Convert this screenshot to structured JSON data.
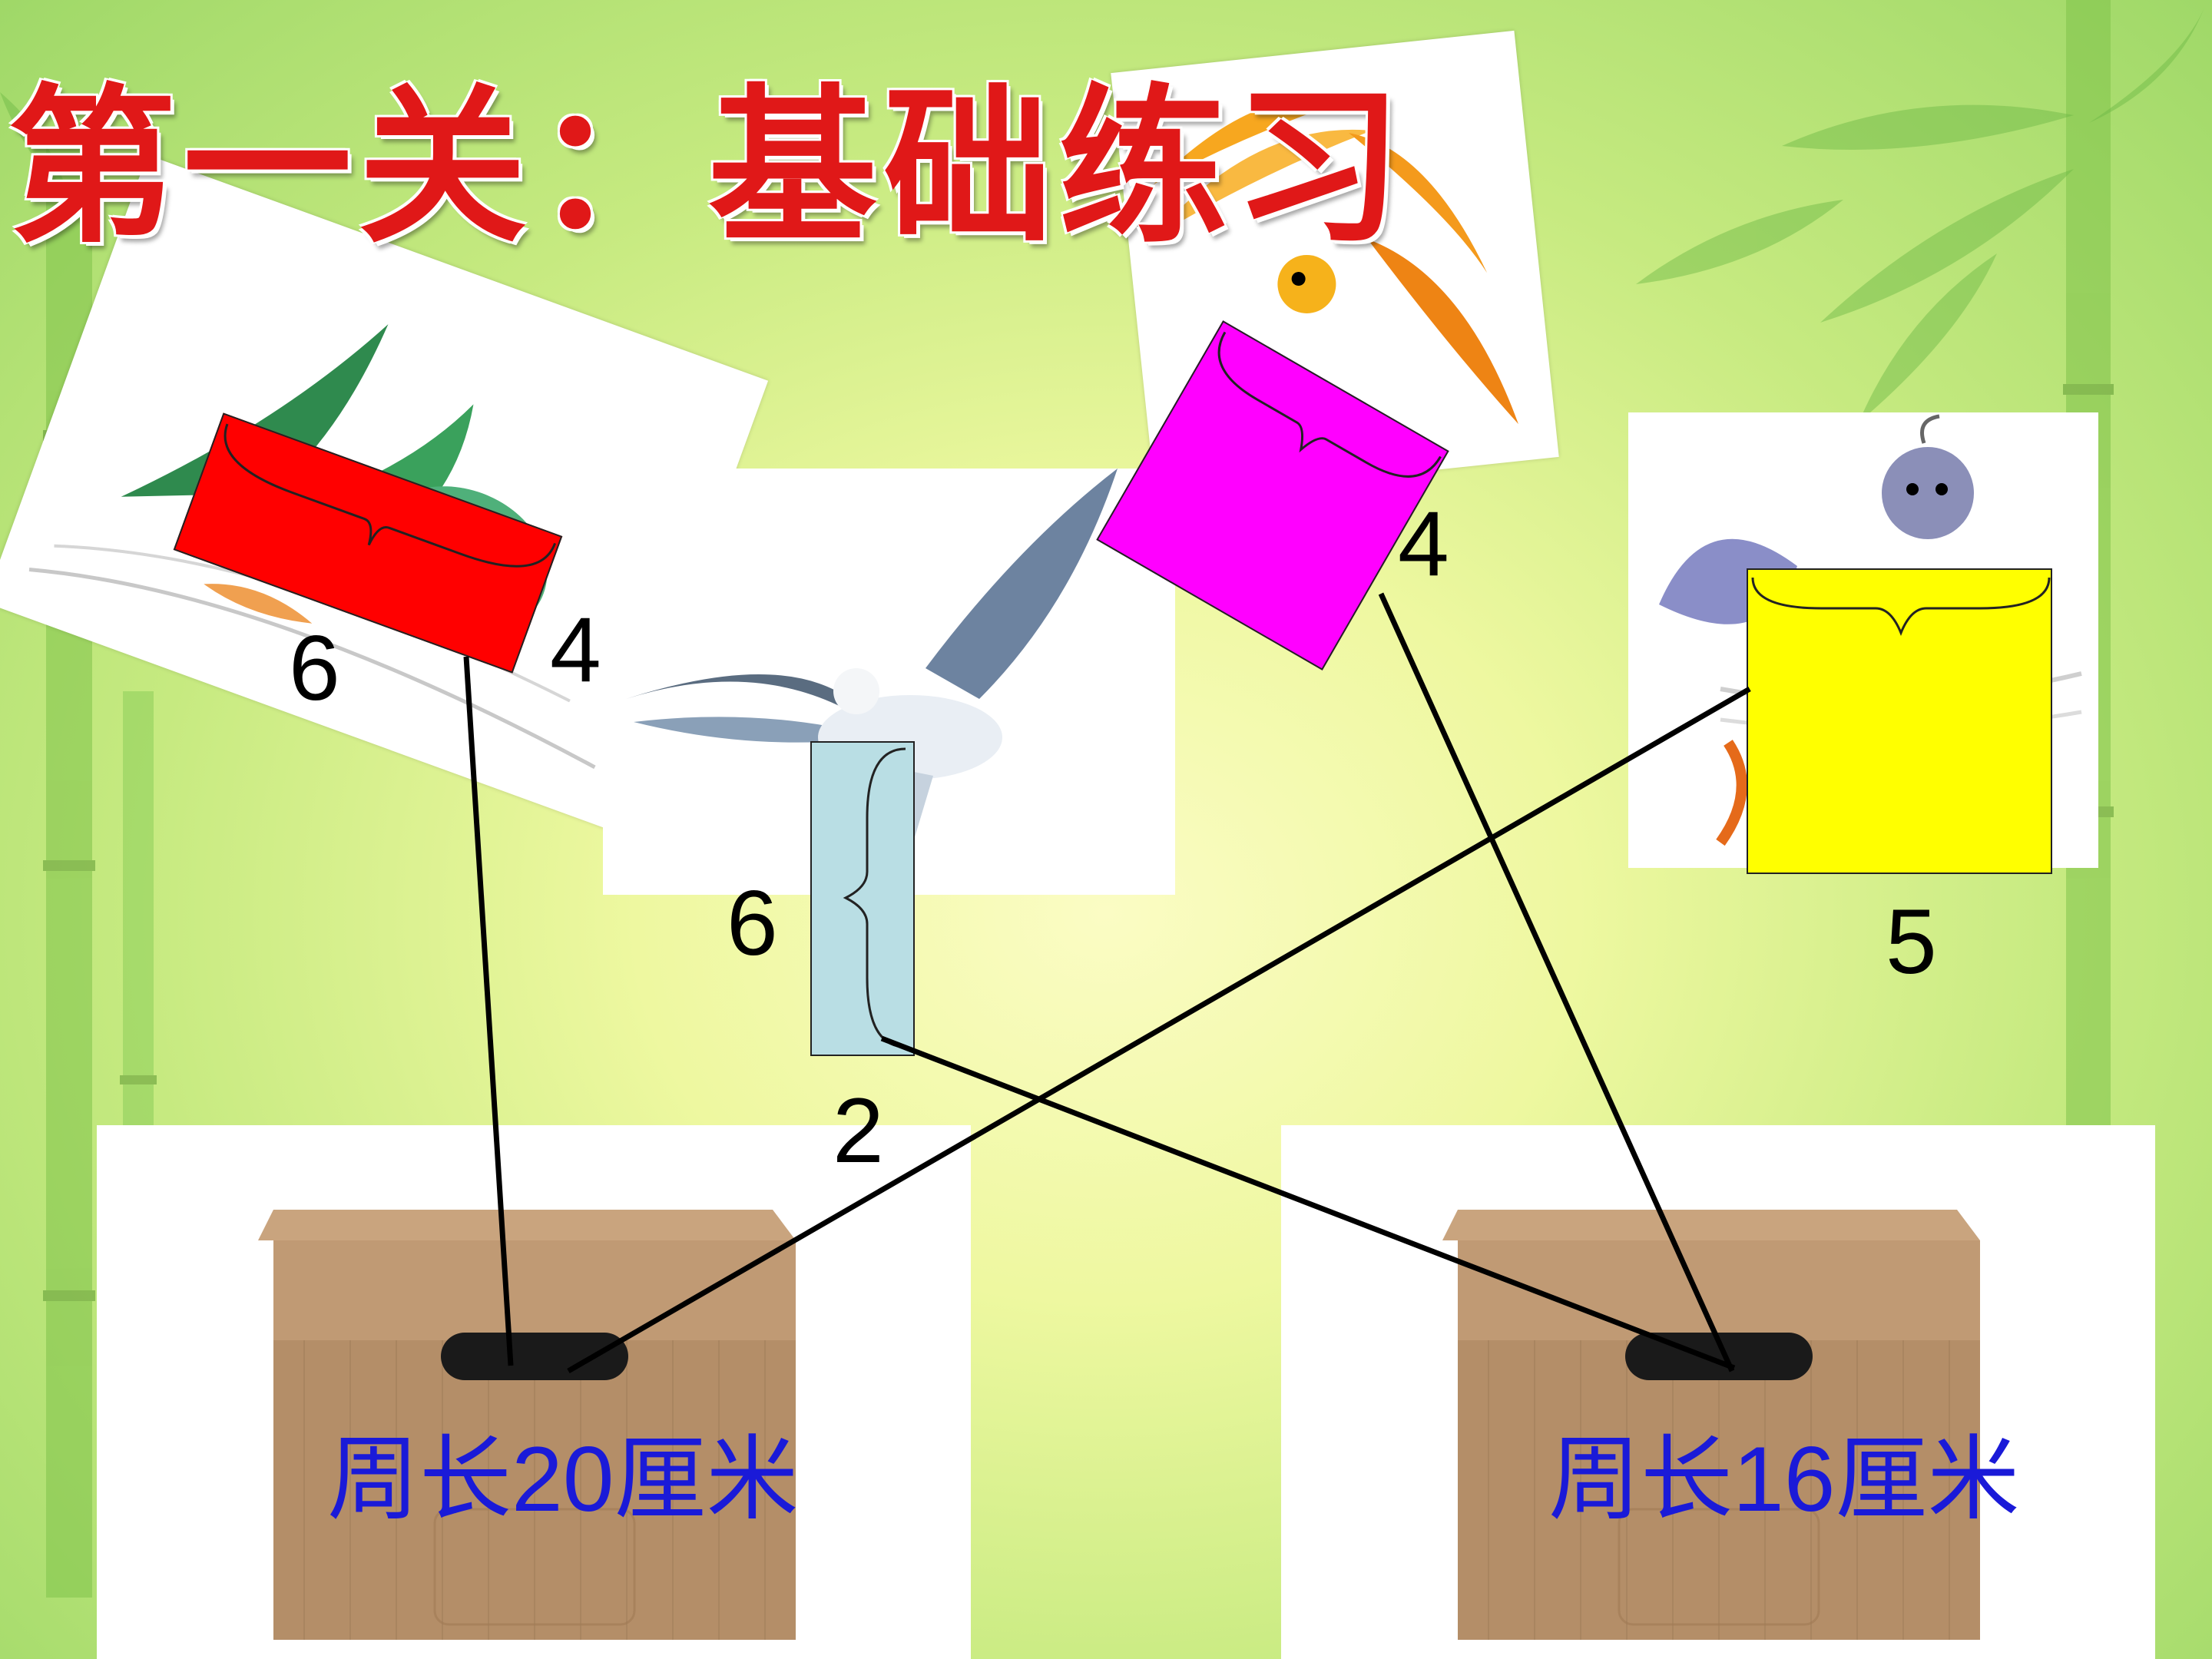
{
  "title": "第一关：基础练习",
  "colors": {
    "red_envelope": "#ff0000",
    "magenta_envelope": "#ff00ff",
    "cyan_envelope": "#b9dee4",
    "yellow_envelope": "#ffff00",
    "title": "#e01818",
    "box_label": "#1a1ad8",
    "box": "#b48e68"
  },
  "envelopes": {
    "red": {
      "length": "6",
      "width": "4"
    },
    "magenta": {
      "width": "4"
    },
    "cyan": {
      "length": "6",
      "width": "2"
    },
    "yellow": {
      "width": "5"
    }
  },
  "boxes": {
    "left": {
      "label": "周长20厘米"
    },
    "right": {
      "label": "周长16厘米"
    }
  }
}
